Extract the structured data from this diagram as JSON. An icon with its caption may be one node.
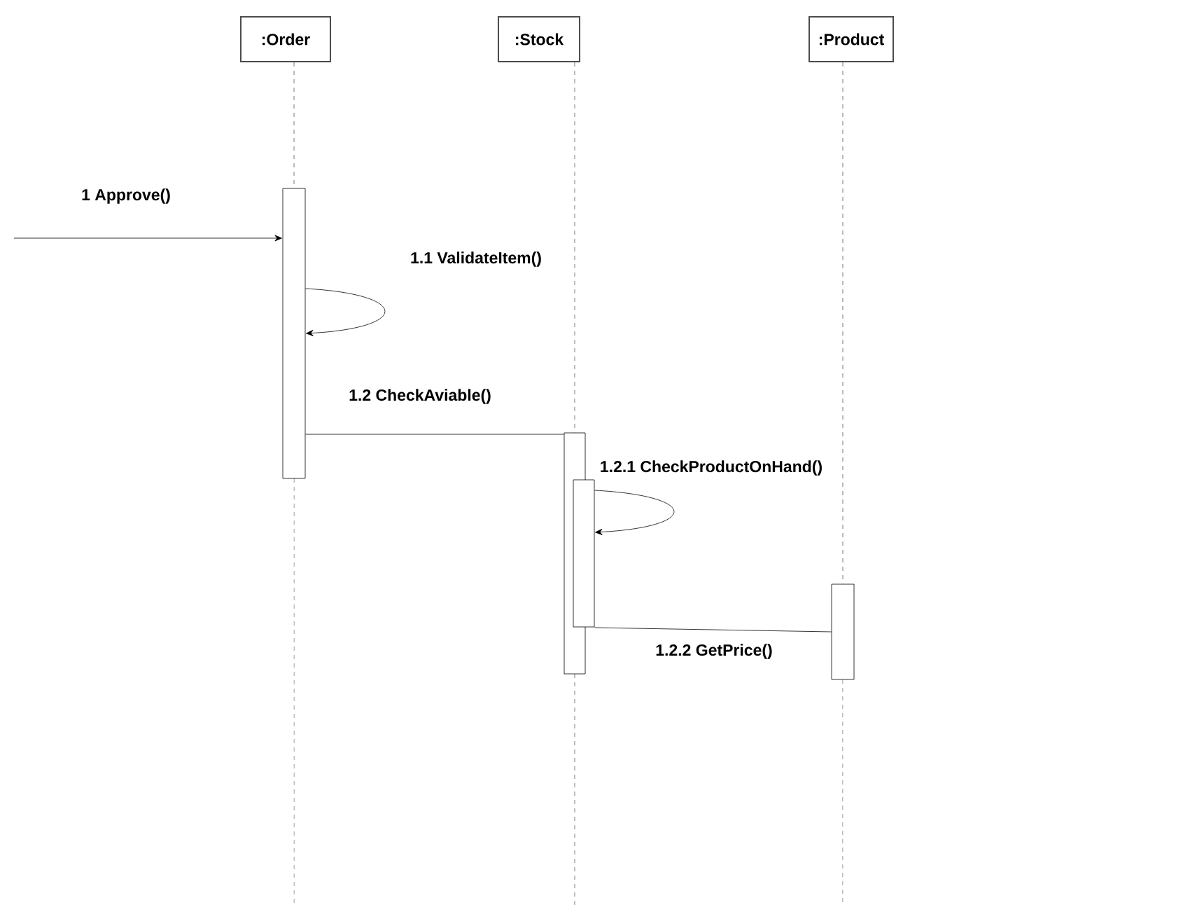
{
  "diagram": {
    "nodes": [
      {
        "text": [
          ":Order"
        ]
      },
      {
        "text": [
          ":Stock"
        ]
      },
      {
        "text": [
          ":Product"
        ]
      },
      {
        "text": [],
        "shape": "bar"
      },
      {
        "text": [],
        "shape": "bar"
      },
      {
        "text": [],
        "shape": "bar"
      },
      {
        "text": [],
        "shape": "bar"
      }
    ],
    "edges": [
      {
        "from": null,
        "to": 3,
        "arrow": "to",
        "label": "1 Approve()"
      },
      {
        "from": 3,
        "to": 3,
        "arrow": "to",
        "label": "1.1 ValidateItem()"
      },
      {
        "from": 3,
        "to": 4,
        "arrow": "none",
        "label": "1.2 CheckAviable()"
      },
      {
        "from": 5,
        "to": 5,
        "arrow": "to",
        "label": "1.2.1 CheckProductOnHand()"
      },
      {
        "from": 5,
        "to": 6,
        "arrow": "none",
        "label": "1.2.2 GetPrice()"
      },
      {
        "from": 0,
        "to": 3,
        "arrow": "none",
        "style": "dashed"
      },
      {
        "from": 1,
        "to": 4,
        "arrow": "none",
        "style": "dashed"
      },
      {
        "from": 2,
        "to": 6,
        "arrow": "none",
        "style": "dashed"
      }
    ]
  }
}
